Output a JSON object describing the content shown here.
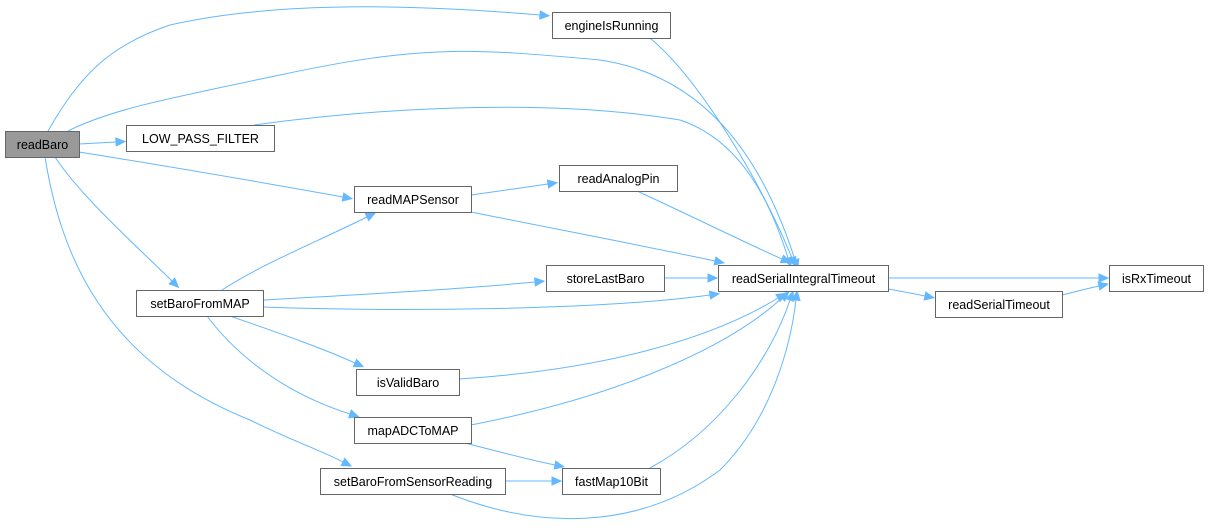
{
  "diagram": {
    "type": "call-graph",
    "title": "readBaro call graph",
    "root": "readBaro",
    "colors": {
      "edge": "#63b8ff",
      "root_fill": "#999999",
      "node_fill": "#ffffff",
      "node_border": "#666666"
    },
    "nodes": [
      {
        "id": "readBaro",
        "label": "readBaro"
      },
      {
        "id": "engineIsRunning",
        "label": "engineIsRunning"
      },
      {
        "id": "LOW_PASS_FILTER",
        "label": "LOW_PASS_FILTER"
      },
      {
        "id": "readMAPSensor",
        "label": "readMAPSensor"
      },
      {
        "id": "readAnalogPin",
        "label": "readAnalogPin"
      },
      {
        "id": "setBaroFromMAP",
        "label": "setBaroFromMAP"
      },
      {
        "id": "storeLastBaro",
        "label": "storeLastBaro"
      },
      {
        "id": "readSerialIntegralTimeout",
        "label": "readSerialIntegralTimeout"
      },
      {
        "id": "isRxTimeout",
        "label": "isRxTimeout"
      },
      {
        "id": "readSerialTimeout",
        "label": "readSerialTimeout"
      },
      {
        "id": "isValidBaro",
        "label": "isValidBaro"
      },
      {
        "id": "mapADCToMAP",
        "label": "mapADCToMAP"
      },
      {
        "id": "setBaroFromSensorReading",
        "label": "setBaroFromSensorReading"
      },
      {
        "id": "fastMap10Bit",
        "label": "fastMap10Bit"
      }
    ],
    "edges": [
      {
        "from": "readBaro",
        "to": "engineIsRunning"
      },
      {
        "from": "readBaro",
        "to": "readSerialIntegralTimeout"
      },
      {
        "from": "readBaro",
        "to": "LOW_PASS_FILTER"
      },
      {
        "from": "readBaro",
        "to": "readMAPSensor"
      },
      {
        "from": "readBaro",
        "to": "setBaroFromMAP"
      },
      {
        "from": "readBaro",
        "to": "setBaroFromSensorReading"
      },
      {
        "from": "engineIsRunning",
        "to": "readSerialIntegralTimeout"
      },
      {
        "from": "LOW_PASS_FILTER",
        "to": "readSerialIntegralTimeout"
      },
      {
        "from": "readMAPSensor",
        "to": "readAnalogPin"
      },
      {
        "from": "readMAPSensor",
        "to": "readSerialIntegralTimeout"
      },
      {
        "from": "readAnalogPin",
        "to": "readSerialIntegralTimeout"
      },
      {
        "from": "setBaroFromMAP",
        "to": "readMAPSensor"
      },
      {
        "from": "setBaroFromMAP",
        "to": "storeLastBaro"
      },
      {
        "from": "setBaroFromMAP",
        "to": "readSerialIntegralTimeout"
      },
      {
        "from": "setBaroFromMAP",
        "to": "isValidBaro"
      },
      {
        "from": "setBaroFromMAP",
        "to": "mapADCToMAP"
      },
      {
        "from": "storeLastBaro",
        "to": "readSerialIntegralTimeout"
      },
      {
        "from": "isValidBaro",
        "to": "readSerialIntegralTimeout"
      },
      {
        "from": "mapADCToMAP",
        "to": "readSerialIntegralTimeout"
      },
      {
        "from": "mapADCToMAP",
        "to": "fastMap10Bit"
      },
      {
        "from": "setBaroFromSensorReading",
        "to": "fastMap10Bit"
      },
      {
        "from": "setBaroFromSensorReading",
        "to": "readSerialIntegralTimeout"
      },
      {
        "from": "fastMap10Bit",
        "to": "readSerialIntegralTimeout"
      },
      {
        "from": "readSerialIntegralTimeout",
        "to": "isRxTimeout"
      },
      {
        "from": "readSerialIntegralTimeout",
        "to": "readSerialTimeout"
      },
      {
        "from": "readSerialTimeout",
        "to": "isRxTimeout"
      }
    ]
  }
}
